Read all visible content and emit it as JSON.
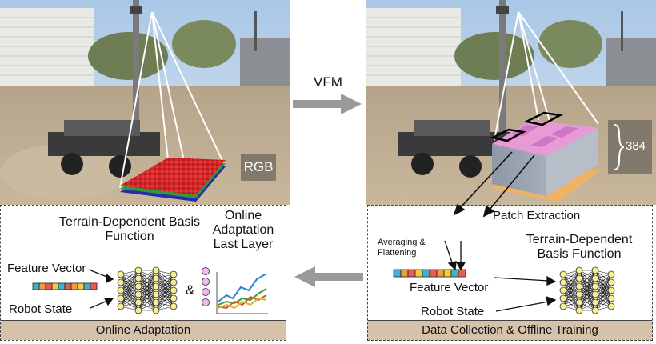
{
  "left_photo": {
    "badge": "RGB"
  },
  "right_photo": {
    "dim_label": "384"
  },
  "arrows": {
    "top_label": "VFM"
  },
  "left_panel": {
    "basis_title": "Terrain-Dependent Basis Function",
    "online_title": "Online Adaptation Last Layer",
    "feature_label": "Feature Vector",
    "robot_label": "Robot State",
    "ampersand": "&",
    "footer": "Online Adaptation"
  },
  "right_panel": {
    "patch_label": "Patch Extraction",
    "averaging_label": "Averaging & Flattening",
    "basis_title": "Terrain-Dependent Basis Function",
    "feature_label": "Feature Vector",
    "robot_label": "Robot State",
    "footer": "Data Collection & Offline Training"
  },
  "colors": {
    "feature_cells": [
      "#3fb3c9",
      "#f39a3c",
      "#e85a4f",
      "#f7c843",
      "#3fb3c9",
      "#e85a4f",
      "#f39a3c",
      "#f7c843",
      "#3fb3c9",
      "#e85a4f"
    ],
    "node_fill": "#f7f08a",
    "pink_node": "#f3b6f0",
    "footer_bg": "#d6c2ab"
  }
}
